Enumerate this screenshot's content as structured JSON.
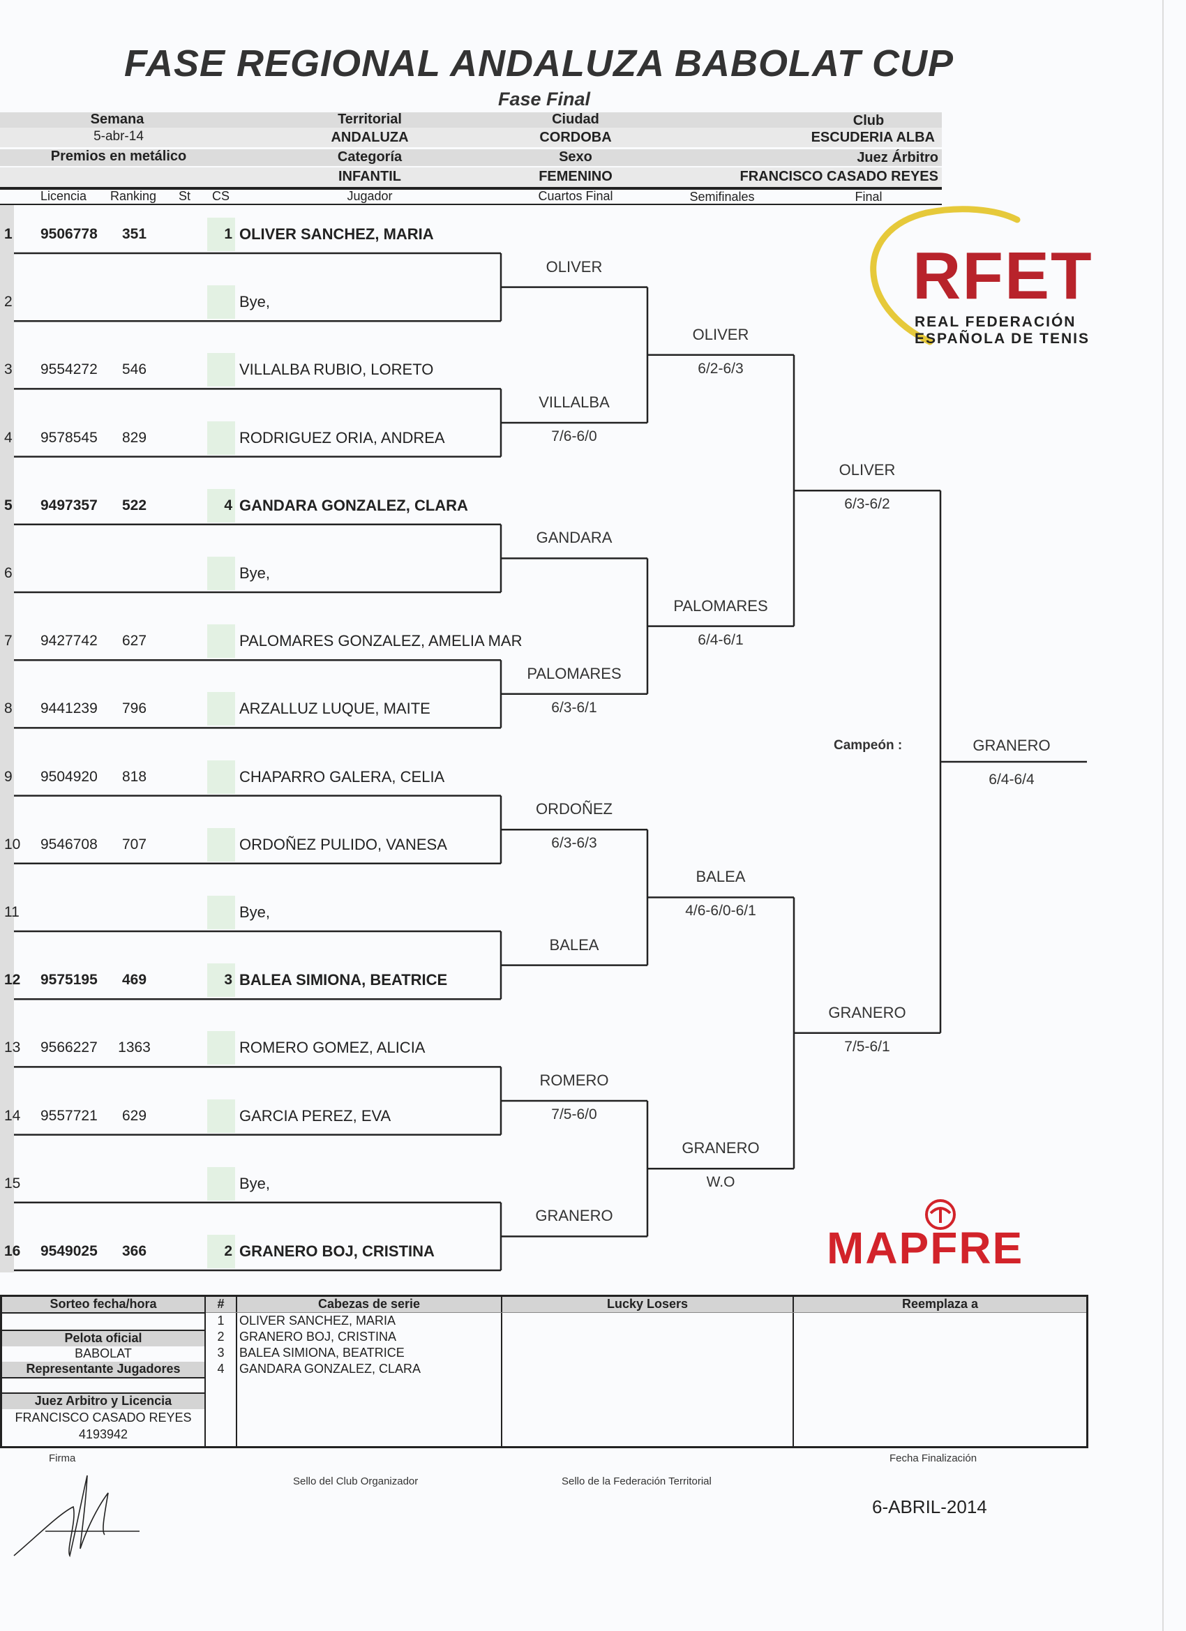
{
  "header": {
    "title": "FASE REGIONAL ANDALUZA BABOLAT CUP",
    "subtitle": "Fase Final",
    "semana_label": "Semana",
    "semana_value": "5-abr-14",
    "premios_label": "Premios en metálico",
    "territorial_label": "Territorial",
    "territorial_value": "ANDALUZA",
    "categoria_label": "Categoría",
    "categoria_value": "INFANTIL",
    "ciudad_label": "Ciudad",
    "ciudad_value": "CORDOBA",
    "sexo_label": "Sexo",
    "sexo_value": "FEMENINO",
    "club_label": "Club",
    "club_value": "ESCUDERIA ALBA",
    "juez_label": "Juez Árbitro",
    "juez_value": "FRANCISCO CASADO REYES"
  },
  "columns": {
    "licencia": "Licencia",
    "ranking": "Ranking",
    "st": "St",
    "cs": "CS",
    "jugador": "Jugador",
    "cuartos": "Cuartos Final",
    "semifinales": "Semifinales",
    "final": "Final"
  },
  "players": [
    {
      "pos": "1",
      "licencia": "9506778",
      "ranking": "351",
      "cs": "1",
      "name": "OLIVER SANCHEZ, MARIA",
      "seeded": true
    },
    {
      "pos": "2",
      "licencia": "",
      "ranking": "",
      "cs": "",
      "name": "Bye,",
      "seeded": false
    },
    {
      "pos": "3",
      "licencia": "9554272",
      "ranking": "546",
      "cs": "",
      "name": "VILLALBA RUBIO, LORETO",
      "seeded": false
    },
    {
      "pos": "4",
      "licencia": "9578545",
      "ranking": "829",
      "cs": "",
      "name": "RODRIGUEZ ORIA, ANDREA",
      "seeded": false
    },
    {
      "pos": "5",
      "licencia": "9497357",
      "ranking": "522",
      "cs": "4",
      "name": "GANDARA GONZALEZ, CLARA",
      "seeded": true
    },
    {
      "pos": "6",
      "licencia": "",
      "ranking": "",
      "cs": "",
      "name": "Bye,",
      "seeded": false
    },
    {
      "pos": "7",
      "licencia": "9427742",
      "ranking": "627",
      "cs": "",
      "name": "PALOMARES GONZALEZ, AMELIA MAR",
      "seeded": false
    },
    {
      "pos": "8",
      "licencia": "9441239",
      "ranking": "796",
      "cs": "",
      "name": "ARZALLUZ LUQUE, MAITE",
      "seeded": false
    },
    {
      "pos": "9",
      "licencia": "9504920",
      "ranking": "818",
      "cs": "",
      "name": "CHAPARRO GALERA, CELIA",
      "seeded": false
    },
    {
      "pos": "10",
      "licencia": "9546708",
      "ranking": "707",
      "cs": "",
      "name": "ORDOÑEZ PULIDO, VANESA",
      "seeded": false
    },
    {
      "pos": "11",
      "licencia": "",
      "ranking": "",
      "cs": "",
      "name": "Bye,",
      "seeded": false
    },
    {
      "pos": "12",
      "licencia": "9575195",
      "ranking": "469",
      "cs": "3",
      "name": "BALEA SIMIONA, BEATRICE",
      "seeded": true
    },
    {
      "pos": "13",
      "licencia": "9566227",
      "ranking": "1363",
      "cs": "",
      "name": "ROMERO GOMEZ, ALICIA",
      "seeded": false
    },
    {
      "pos": "14",
      "licencia": "9557721",
      "ranking": "629",
      "cs": "",
      "name": "GARCIA PEREZ, EVA",
      "seeded": false
    },
    {
      "pos": "15",
      "licencia": "",
      "ranking": "",
      "cs": "",
      "name": "Bye,",
      "seeded": false
    },
    {
      "pos": "16",
      "licencia": "9549025",
      "ranking": "366",
      "cs": "2",
      "name": "GRANERO BOJ, CRISTINA",
      "seeded": true
    }
  ],
  "quarterfinals": [
    {
      "name": "OLIVER",
      "score": ""
    },
    {
      "name": "VILLALBA",
      "score": "7/6-6/0"
    },
    {
      "name": "GANDARA",
      "score": ""
    },
    {
      "name": "PALOMARES",
      "score": "6/3-6/1"
    },
    {
      "name": "ORDOÑEZ",
      "score": "6/3-6/3"
    },
    {
      "name": "BALEA",
      "score": ""
    },
    {
      "name": "ROMERO",
      "score": "7/5-6/0"
    },
    {
      "name": "GRANERO",
      "score": ""
    }
  ],
  "semifinals": [
    {
      "name": "OLIVER",
      "score": "6/2-6/3"
    },
    {
      "name": "PALOMARES",
      "score": "6/4-6/1"
    },
    {
      "name": "BALEA",
      "score": "4/6-6/0-6/1"
    },
    {
      "name": "GRANERO",
      "score": "W.O"
    }
  ],
  "finals": [
    {
      "name": "OLIVER",
      "score": "6/3-6/2"
    },
    {
      "name": "GRANERO",
      "score": "7/5-6/1"
    }
  ],
  "champion": {
    "label": "Campeón :",
    "name": "GRANERO",
    "score": "6/4-6/4"
  },
  "logos": {
    "rfet_main": "RFET",
    "rfet_line1": "REAL FEDERACIÓN",
    "rfet_line2": "ESPAÑOLA DE TENIS",
    "rfet_color": "#b8232b",
    "rfet_arc_color": "#e6c93a",
    "mapfre": "MAPFRE",
    "mapfre_color": "#d2232a"
  },
  "bottom": {
    "sorteo": "Sorteo fecha/hora",
    "pelota_label": "Pelota oficial",
    "pelota_value": "BABOLAT",
    "representante": "Representante Jugadores",
    "juez_licencia": "Juez Arbitro y Licencia",
    "juez_name": "FRANCISCO CASADO REYES",
    "juez_number": "4193942",
    "hash": "#",
    "cabezas": "Cabezas  de serie",
    "seeds": [
      {
        "n": "1",
        "name": "OLIVER SANCHEZ, MARIA"
      },
      {
        "n": "2",
        "name": "GRANERO BOJ, CRISTINA"
      },
      {
        "n": "3",
        "name": "BALEA SIMIONA, BEATRICE"
      },
      {
        "n": "4",
        "name": "GANDARA GONZALEZ, CLARA"
      }
    ],
    "lucky": "Lucky Losers",
    "reemplaza": "Reemplaza a",
    "firma": "Firma",
    "sello_club": "Sello del Club Organizador",
    "sello_fed": "Sello de la Federación Territorial",
    "fecha_label": "Fecha Finalización",
    "fecha_value": "6-ABRIL-2014"
  }
}
